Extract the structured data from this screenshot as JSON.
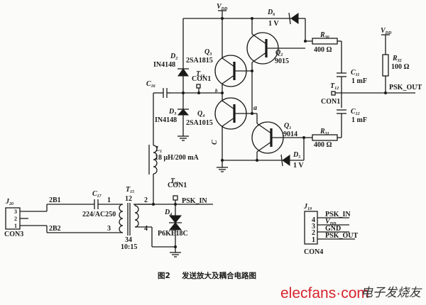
{
  "diagram": {
    "caption_fig": "图2",
    "caption_title": "发送放大及耦合电路图",
    "supply": "V",
    "supply_sub": "DD",
    "components": {
      "D2": {
        "ref": "D",
        "sub": "2",
        "part": "IN4148"
      },
      "D3": {
        "ref": "D",
        "sub": "3",
        "part": "IN4148"
      },
      "D4": {
        "ref": "D",
        "sub": "4",
        "part": "P6KE18C"
      },
      "D5": {
        "ref": "D",
        "sub": "5",
        "part": "1 V"
      },
      "D6": {
        "ref": "D",
        "sub": "6",
        "part": "1 V"
      },
      "Q1": {
        "ref": "Q",
        "sub": "1",
        "part": "9014"
      },
      "Q2": {
        "ref": "Q",
        "sub": "2",
        "part": "9015"
      },
      "Q3": {
        "ref": "Q",
        "sub": "3",
        "part": "2SA1815"
      },
      "Q4": {
        "ref": "Q",
        "sub": "4",
        "part": "2SA1015"
      },
      "R30": {
        "ref": "R",
        "sub": "30",
        "value": "400 Ω"
      },
      "R31": {
        "ref": "R",
        "sub": "31",
        "value": "400 Ω"
      },
      "R32": {
        "ref": "R",
        "sub": "32",
        "value": "100 Ω"
      },
      "C11": {
        "ref": "C",
        "sub": "11",
        "value": "1 mF"
      },
      "C12": {
        "ref": "C",
        "sub": "12",
        "value": "1 mF"
      },
      "C16": {
        "ref": "C",
        "sub": "16"
      },
      "C17": {
        "ref": "C",
        "sub": "17",
        "value": "224/AC250"
      },
      "L1": {
        "ref": "L",
        "sub": "1",
        "value": "18 μH/200 mA"
      },
      "T11": {
        "ref": "T",
        "sub": "11",
        "part": "CON1"
      },
      "T12": {
        "ref": "T",
        "sub": "12",
        "part": "CON1"
      },
      "T13": {
        "ref": "T",
        "sub": "13",
        "part": "CON1"
      },
      "T15": {
        "ref": "T",
        "sub": "15",
        "ratio": "10:15",
        "pin1": "1",
        "pin2": "2",
        "pin3": "3",
        "pin4": "4",
        "pin12": "12",
        "pin34": "34"
      },
      "J19": {
        "ref": "J",
        "sub": "19",
        "part": "CON4",
        "pins": [
          "4",
          "3",
          "2",
          "1"
        ],
        "nets": [
          "PSK_IN",
          "V",
          "GND",
          "PSK_OUT"
        ],
        "vsub": "DD"
      },
      "J20": {
        "ref": "J",
        "sub": "20",
        "part": "CON3",
        "pins": [
          "3",
          "2",
          "1"
        ]
      }
    },
    "nets": {
      "psk_in": "PSK_IN",
      "psk_out": "PSK_OUT",
      "node_a": "a",
      "node_b": "b",
      "node_c": "C",
      "net_2b1": "2B1",
      "net_2b2": "2B2"
    }
  },
  "watermark": {
    "brand": "elecfans·com",
    "brand_cn": "电子发烧友"
  }
}
